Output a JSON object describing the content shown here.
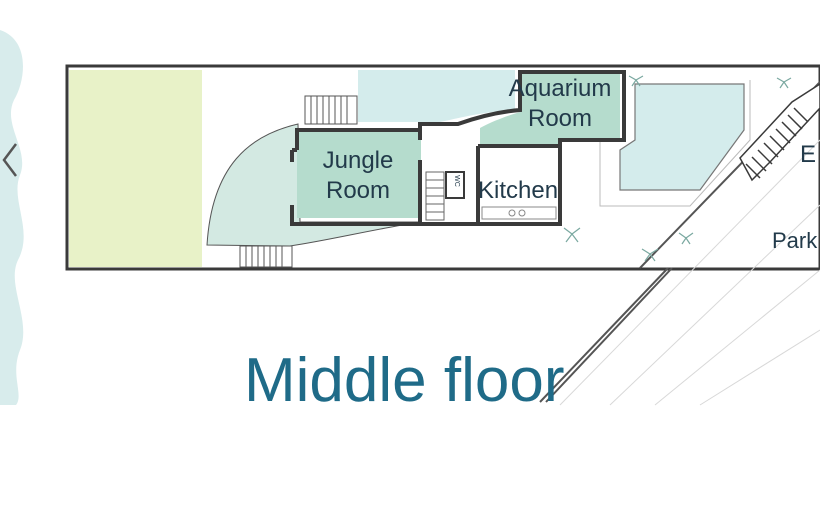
{
  "floor_title": "Middle floor",
  "rooms": {
    "aquarium": {
      "line1": "Aquarium",
      "line2": "Room"
    },
    "jungle": {
      "line1": "Jungle",
      "line2": "Room"
    },
    "kitchen": {
      "label": "Kitchen"
    },
    "wc": {
      "label": "WC"
    }
  },
  "outside_labels": {
    "edge_letter": "E",
    "park": "Park"
  },
  "nav": {
    "prev_icon": "chevron-left-icon"
  },
  "colors": {
    "title": "#1f6b88",
    "room_fill": "#b5dccd",
    "lawn": "#e8f2c8",
    "water": "#d4ecec",
    "wall": "#3a3a3a",
    "room_text": "#223a4a"
  }
}
